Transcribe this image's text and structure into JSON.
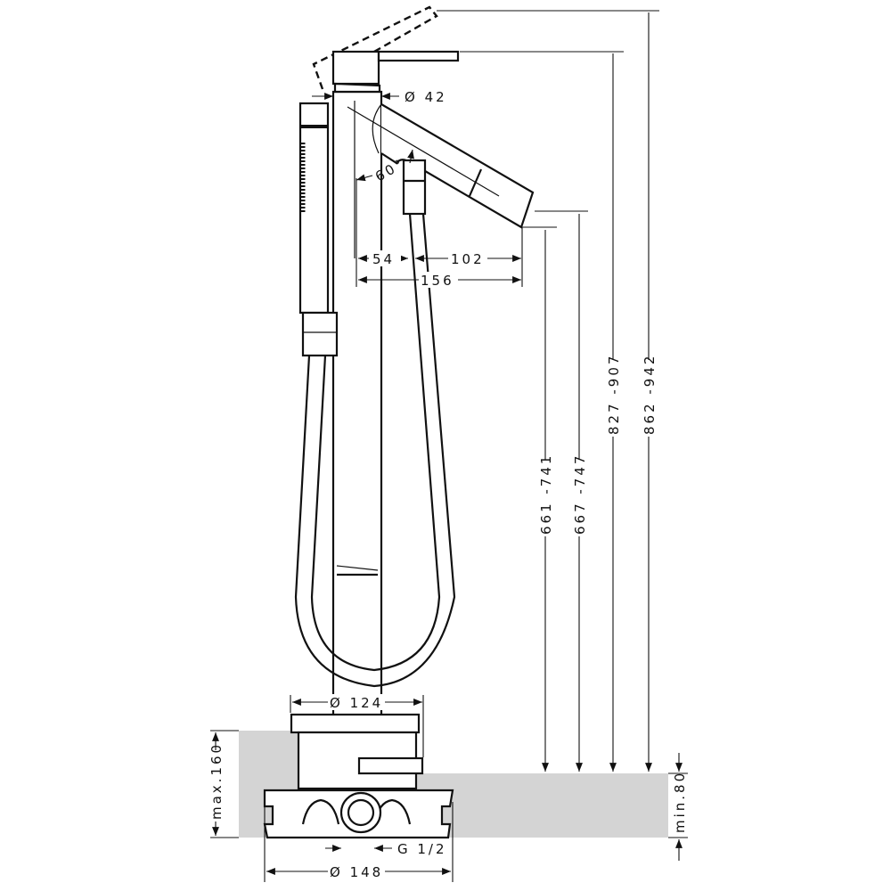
{
  "diagram": {
    "title_hidden": null,
    "dimensions": {
      "diameter_top": "Ø 42",
      "angle": "60°",
      "offset_1": "54",
      "offset_2": "102",
      "offset_total": "156",
      "height_1": "661 -741",
      "height_2": "667 -747",
      "height_3": "827 -907",
      "height_4": "862 -942",
      "diameter_base_cover": "Ø 124",
      "max_depth": "max.160",
      "min_depth": "min.80",
      "connection": "G 1/2",
      "diameter_base": "Ø 148"
    },
    "colors": {
      "line": "#111111",
      "floor": "#d4d4d4"
    }
  }
}
